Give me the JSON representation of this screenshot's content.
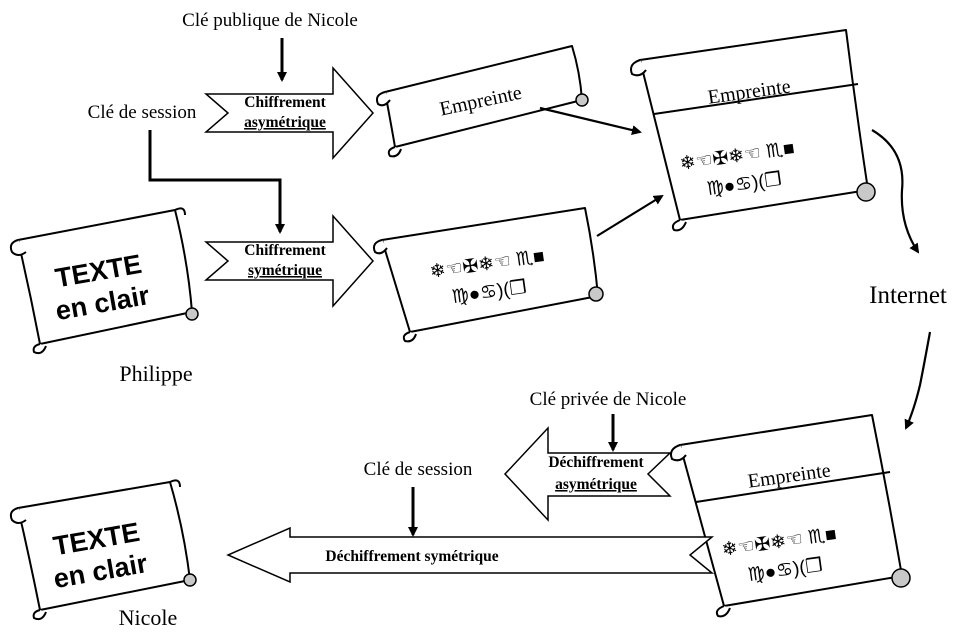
{
  "labels": {
    "cle_publique": "Clé publique de Nicole",
    "cle_session_top": "Clé de session",
    "cle_privee": "Clé privée de Nicole",
    "cle_session_bottom": "Clé de session",
    "internet": "Internet",
    "philippe": "Philippe",
    "nicole": "Nicole"
  },
  "arrows": {
    "chiffrement_asym_1": "Chiffrement",
    "chiffrement_asym_2": "asymétrique",
    "chiffrement_sym_1": "Chiffrement",
    "chiffrement_sym_2": "symétrique",
    "dechiffrement_asym_1": "Déchiffrement",
    "dechiffrement_asym_2": "asymétrique",
    "dechiffrement_sym": "Déchiffrement symétrique"
  },
  "scrolls": {
    "texte_1": "TEXTE",
    "texte_2": "en clair",
    "empreinte": "Empreinte",
    "cipher_line_1": "❄☜✠❄☜ ♏■",
    "cipher_line_2": "♍●♋)(❒"
  }
}
